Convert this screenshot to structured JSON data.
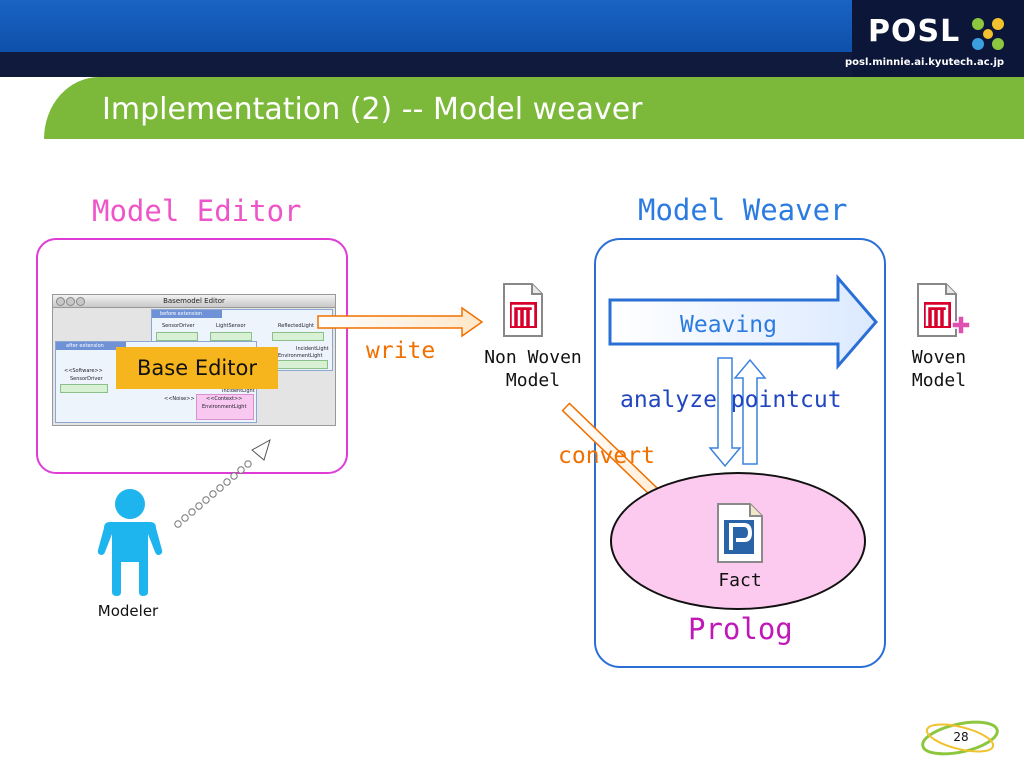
{
  "header": {
    "logo": "POSL",
    "url": "posl.minnie.ai.kyutech.ac.jp",
    "title": "Implementation (2) -- Model weaver"
  },
  "diagram": {
    "model_editor": {
      "title": "Model Editor",
      "screenshot": {
        "window_title": "Basemodel Editor",
        "before_panel": "before extension",
        "after_panel": "after extension",
        "items": [
          "SensorDriver",
          "LightSensor",
          "ReflectedLight",
          "IncidentLight",
          "EnvironmentLight",
          "<<Software>>",
          "SensorDriver",
          "IncidentLight",
          "<<Noise>>",
          "<<Context>>",
          "EnvironmentLight"
        ]
      },
      "overlay_label": "Base Editor"
    },
    "actor": "Modeler",
    "write": "write",
    "non_woven_model": [
      "Non Woven",
      "Model"
    ],
    "model_weaver": {
      "title": "Model Weaver",
      "weaving": "Weaving",
      "analyze_pointcut": "analyze pointcut",
      "fact": "Fact",
      "prolog": "Prolog"
    },
    "woven_model": [
      "Woven",
      "Model"
    ],
    "convert": "convert"
  },
  "footer": {
    "page_number": "28"
  },
  "colors": {
    "top_bar": "#1a63c4",
    "navy": "#101a3c",
    "green": "#7cb83a",
    "editor_pink": "#ee55c8",
    "weaver_blue": "#2b7be0",
    "orange": "#f07000",
    "base_editor_bg": "#f7b51d",
    "prolog_fill": "#fccaee",
    "person": "#1eb4ee"
  }
}
